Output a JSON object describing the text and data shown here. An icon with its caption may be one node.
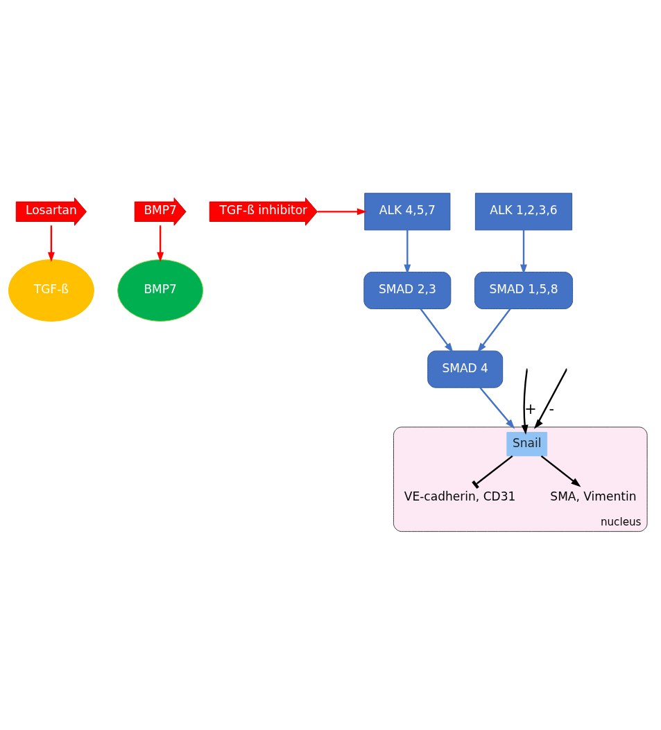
{
  "diagram": {
    "nodes": [
      {
        "text": [
          "TGF-ß"
        ]
      },
      {
        "text": [
          "Losartan"
        ]
      },
      {
        "text": [
          "BMP7"
        ]
      },
      {
        "text": [
          "BMP7"
        ]
      },
      {
        "text": [
          "TGF-ß inhibitor"
        ]
      },
      {
        "text": [
          "ALK 4,5,7"
        ]
      },
      {
        "text": [
          "ALK 1,2,3,6"
        ]
      },
      {
        "text": [
          "SMAD 2,3"
        ]
      },
      {
        "text": [
          "SMAD 1,5,8"
        ]
      },
      {
        "text": [
          "SMAD 4"
        ]
      },
      {
        "text": [
          "nucleus"
        ]
      },
      {
        "text": [
          "Snail"
        ],
        "in": 10
      },
      {
        "text": [
          "VE-cadherin, CD31"
        ],
        "in": 10
      },
      {
        "text": [
          "SMA, Vimentin"
        ],
        "in": 10
      }
    ],
    "edges": [
      {
        "from": 1,
        "to": 0,
        "arrow": "to",
        "color": "#ff0000"
      },
      {
        "from": 3,
        "to": 2,
        "arrow": "to",
        "color": "#ff0000"
      },
      {
        "from": 4,
        "to": 5,
        "arrow": "to",
        "color": "#ff0000"
      },
      {
        "from": 5,
        "to": 7,
        "arrow": "to"
      },
      {
        "from": 6,
        "to": 8,
        "arrow": "to"
      },
      {
        "from": 7,
        "to": 9,
        "arrow": "to"
      },
      {
        "from": 8,
        "to": 9,
        "arrow": "to"
      },
      {
        "from": 9,
        "to": 10,
        "arrow": "to"
      },
      {
        "from": null,
        "to": 11,
        "arrow": "to",
        "label": "+",
        "color": "#000000"
      },
      {
        "from": null,
        "to": 10,
        "arrow": "to",
        "label": "-",
        "color": "#000000"
      },
      {
        "from": 11,
        "to": 12,
        "arrow": "other",
        "color": "#000000"
      },
      {
        "from": 11,
        "to": 13,
        "arrow": "to",
        "color": "#000000"
      }
    ]
  }
}
